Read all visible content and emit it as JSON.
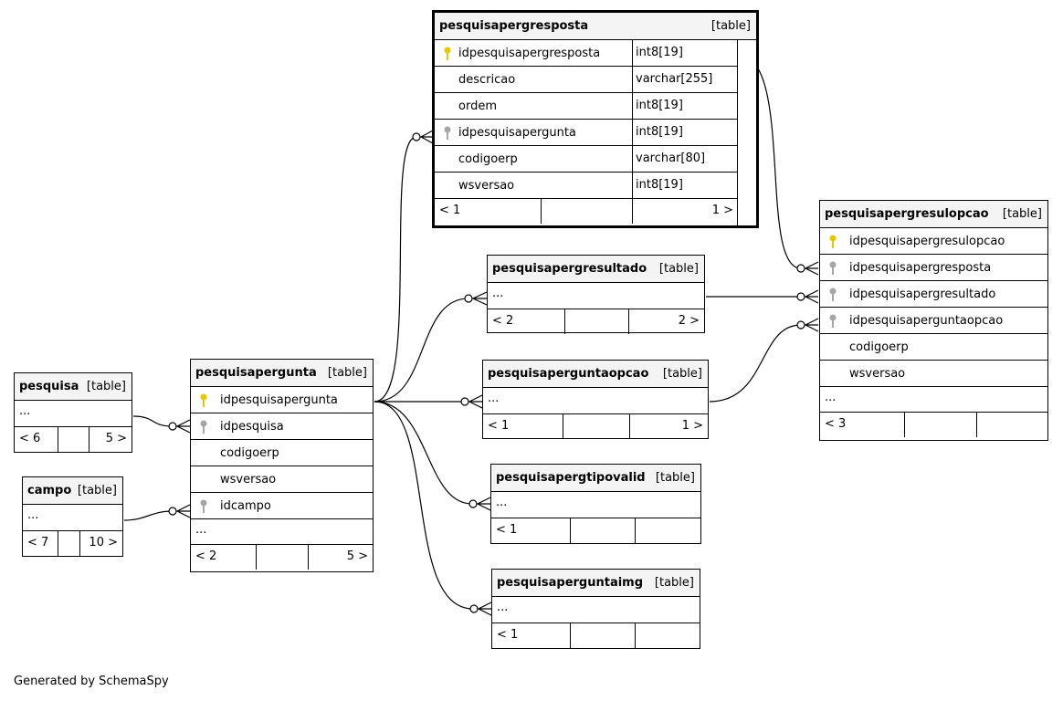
{
  "tables": {
    "pesquisapergresposta": {
      "name": "pesquisapergresposta",
      "tag": "[table]",
      "columns": [
        {
          "name": "idpesquisapergresposta",
          "type": "int8[19]",
          "key": "pk"
        },
        {
          "name": "descricao",
          "type": "varchar[255]",
          "key": ""
        },
        {
          "name": "ordem",
          "type": "int8[19]",
          "key": ""
        },
        {
          "name": "idpesquisapergunta",
          "type": "int8[19]",
          "key": "fk"
        },
        {
          "name": "codigoerp",
          "type": "varchar[80]",
          "key": ""
        },
        {
          "name": "wsversao",
          "type": "int8[19]",
          "key": ""
        }
      ],
      "footer": {
        "left": "< 1",
        "right": "1 >"
      }
    },
    "pesquisapergresulopcao": {
      "name": "pesquisapergresulopcao",
      "tag": "[table]",
      "columns": [
        {
          "name": "idpesquisapergresulopcao",
          "key": "pk"
        },
        {
          "name": "idpesquisapergresposta",
          "key": "fk"
        },
        {
          "name": "idpesquisapergresultado",
          "key": "fk"
        },
        {
          "name": "idpesquisaperguntaopcao",
          "key": "fk"
        },
        {
          "name": "codigoerp",
          "key": ""
        },
        {
          "name": "wsversao",
          "key": ""
        }
      ],
      "ellipsis": "...",
      "footer": {
        "left": "< 3",
        "right": ""
      }
    },
    "pesquisapergresultado": {
      "name": "pesquisapergresultado",
      "tag": "[table]",
      "ellipsis": "...",
      "footer": {
        "left": "< 2",
        "right": "2 >"
      }
    },
    "pesquisaperguntaopcao": {
      "name": "pesquisaperguntaopcao",
      "tag": "[table]",
      "ellipsis": "...",
      "footer": {
        "left": "< 1",
        "right": "1 >"
      }
    },
    "pesquisapergtipovalid": {
      "name": "pesquisapergtipovalid",
      "tag": "[table]",
      "ellipsis": "...",
      "footer": {
        "left": "< 1",
        "right": ""
      }
    },
    "pesquisaperguntaimg": {
      "name": "pesquisaperguntaimg",
      "tag": "[table]",
      "ellipsis": "...",
      "footer": {
        "left": "< 1",
        "right": ""
      }
    },
    "pesquisapergunta": {
      "name": "pesquisapergunta",
      "tag": "[table]",
      "columns": [
        {
          "name": "idpesquisapergunta",
          "key": "pk"
        },
        {
          "name": "idpesquisa",
          "key": "fk"
        },
        {
          "name": "codigoerp",
          "key": ""
        },
        {
          "name": "wsversao",
          "key": ""
        },
        {
          "name": "idcampo",
          "key": "fk"
        }
      ],
      "ellipsis": "...",
      "footer": {
        "left": "< 2",
        "right": "5 >"
      }
    },
    "pesquisa": {
      "name": "pesquisa",
      "tag": "[table]",
      "ellipsis": "...",
      "footer": {
        "left": "< 6",
        "right": "5 >"
      }
    },
    "campo": {
      "name": "campo",
      "tag": "[table]",
      "ellipsis": "...",
      "footer": {
        "left": "< 7",
        "right": "10 >"
      }
    }
  },
  "colors": {
    "pk_key": "#e6c800",
    "fk_key": "#a6a6a6",
    "header_bg": "#f4f4f4"
  },
  "generated_by": "Generated by SchemaSpy"
}
